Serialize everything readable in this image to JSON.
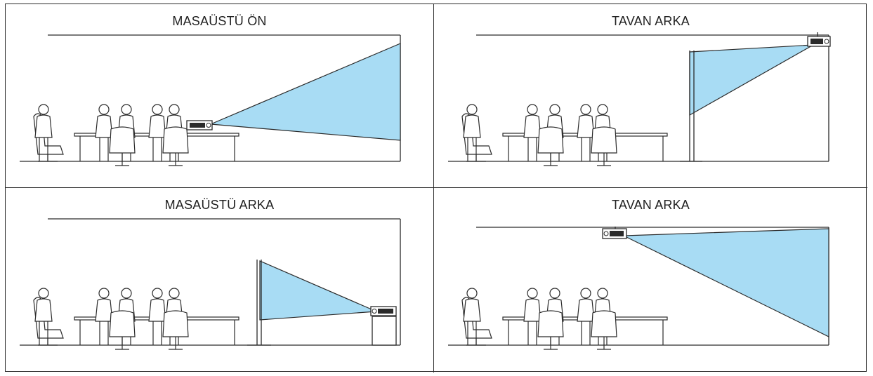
{
  "panels": [
    {
      "title": "MASAÜSTÜ ÖN"
    },
    {
      "title": "TAVAN ARKA"
    },
    {
      "title": "MASAÜSTÜ ARKA"
    },
    {
      "title": "TAVAN ARKA"
    }
  ],
  "colors": {
    "projection_beam": "#a8dcf4",
    "line": "#2a2a2a",
    "background": "#ffffff"
  }
}
